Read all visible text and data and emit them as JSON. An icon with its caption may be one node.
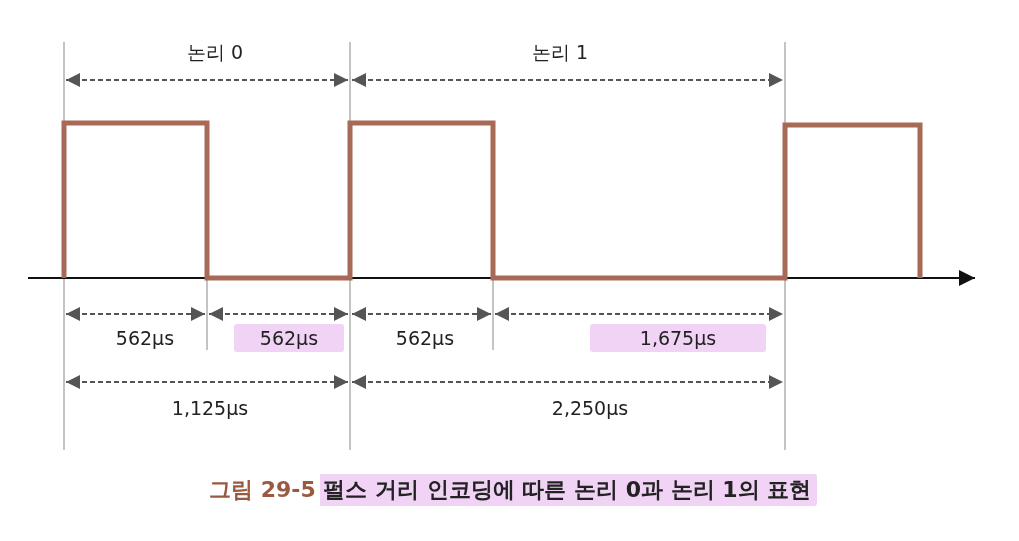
{
  "diagram": {
    "caption": "**그림 29-5** 펄스 거리 인코딩에 따른 논리 0과 논리 1의 표현",
    "labels": [
      "논리 0",
      "논리 1",
      "562μs",
      "562μs",
      "562μs",
      "1,675μs",
      "1,125μs",
      "2,250μs"
    ]
  }
}
